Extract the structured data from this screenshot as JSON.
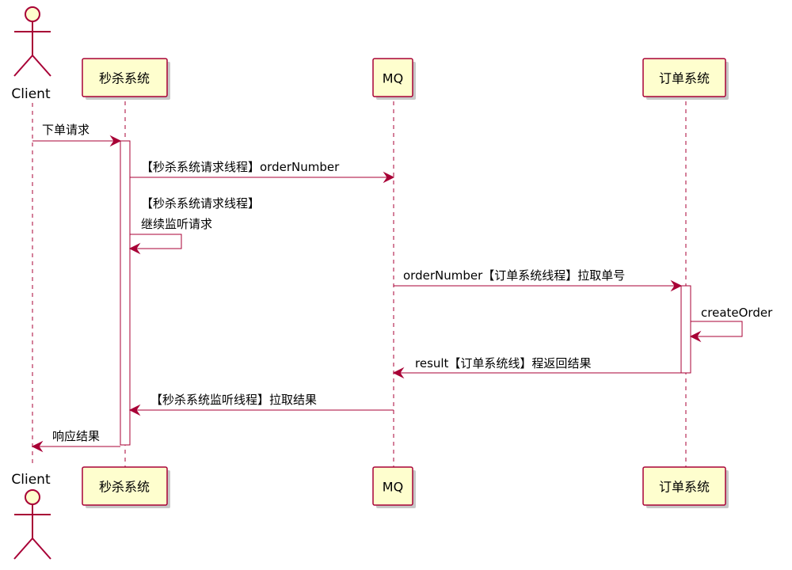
{
  "colors": {
    "line": "#a80036",
    "participant_fill": "#fefece",
    "activation_fill": "#ffffff"
  },
  "participants": [
    {
      "id": "client",
      "kind": "actor",
      "label": "Client"
    },
    {
      "id": "seckill",
      "kind": "box",
      "label": "秒杀系统"
    },
    {
      "id": "mq",
      "kind": "box",
      "label": "MQ"
    },
    {
      "id": "order",
      "kind": "box",
      "label": "订单系统"
    }
  ],
  "messages": [
    {
      "from": "client",
      "to": "seckill",
      "lines": [
        "下单请求"
      ]
    },
    {
      "from": "seckill",
      "to": "mq",
      "lines": [
        "【秒杀系统请求线程】orderNumber"
      ]
    },
    {
      "from": "seckill",
      "to": "seckill",
      "lines": [
        "【秒杀系统请求线程】",
        "继续监听请求"
      ]
    },
    {
      "from": "mq",
      "to": "order",
      "lines": [
        "orderNumber【订单系统线程】拉取单号"
      ]
    },
    {
      "from": "order",
      "to": "order",
      "lines": [
        "createOrder"
      ]
    },
    {
      "from": "order",
      "to": "mq",
      "lines": [
        "result【订单系统线】程返回结果"
      ]
    },
    {
      "from": "mq",
      "to": "seckill",
      "lines": [
        "【秒杀系统监听线程】拉取结果"
      ]
    },
    {
      "from": "seckill",
      "to": "client",
      "lines": [
        "响应结果"
      ]
    }
  ]
}
